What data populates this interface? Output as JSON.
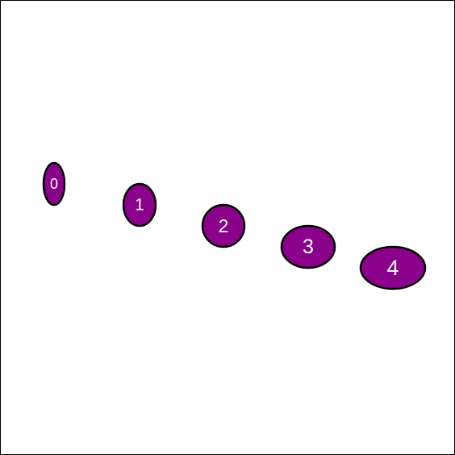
{
  "canvas": {
    "background": "#ffffff",
    "border_color": "#000000"
  },
  "style": {
    "fill": "#8b008b",
    "stroke": "#000000",
    "label_color": "#ffffff"
  },
  "items": [
    {
      "label": "0"
    },
    {
      "label": "1"
    },
    {
      "label": "2"
    },
    {
      "label": "3"
    },
    {
      "label": "4"
    }
  ]
}
